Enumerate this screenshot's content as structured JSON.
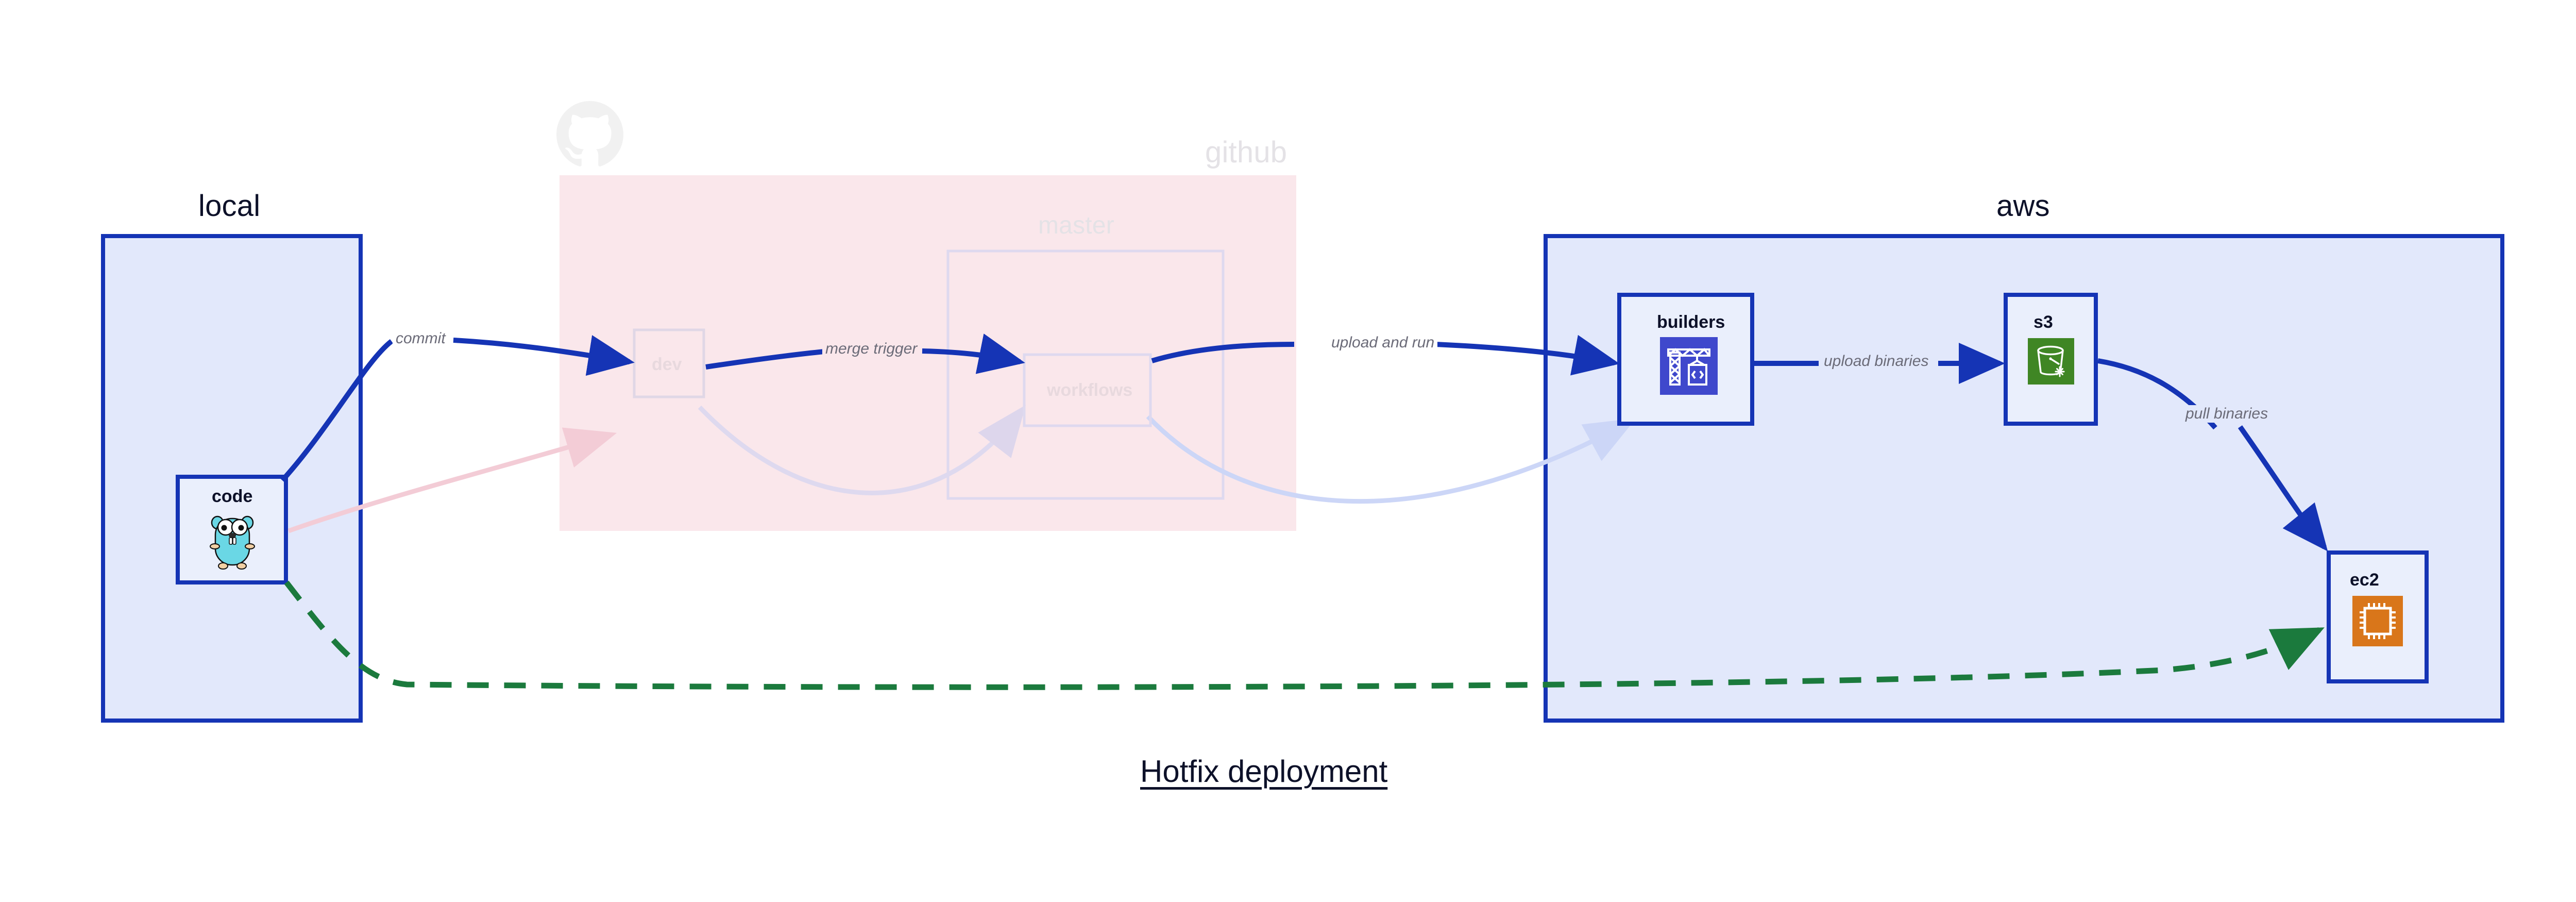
{
  "page": {
    "title": "Hotfix deployment",
    "background": "#ffffff"
  },
  "colors": {
    "accent_blue": "#1534b5",
    "group_blue_fill": "#e2e8fb",
    "group_pink_fill": "#fae7eb",
    "node_fill": "#eaeffc",
    "green_dashed": "#1b7a3d",
    "label_gray": "#6b6b78",
    "faded_pink_edge": "#f7dbe2",
    "faded_blue_edge": "#d6defa",
    "builders_icon_bg": "#3f48cc",
    "s3_icon_bg": "#3f8624",
    "ec2_icon_bg": "#d9761a",
    "gopher_body": "#6ad7e5",
    "title_text": "#0d1129"
  },
  "groups": [
    {
      "id": "local",
      "label": "local",
      "style": "solid",
      "fill": "#e2e8fb"
    },
    {
      "id": "github",
      "label": "github",
      "style": "faded",
      "fill": "#fae7eb"
    },
    {
      "id": "aws",
      "label": "aws",
      "style": "solid",
      "fill": "#e2e8fb"
    }
  ],
  "subgroups": [
    {
      "id": "master",
      "label": "master",
      "parent": "github",
      "style": "faded"
    }
  ],
  "nodes": [
    {
      "id": "code",
      "label": "code",
      "group": "local",
      "icon": "go-gopher-icon",
      "style": "solid"
    },
    {
      "id": "dev",
      "label": "dev",
      "group": "github",
      "icon": "none",
      "style": "faded"
    },
    {
      "id": "workflows",
      "label": "workflows",
      "group": "master",
      "icon": "none",
      "style": "faded"
    },
    {
      "id": "builders",
      "label": "builders",
      "group": "aws",
      "icon": "aws-codebuild-icon",
      "style": "solid"
    },
    {
      "id": "s3",
      "label": "s3",
      "group": "aws",
      "icon": "aws-s3-bucket-icon",
      "style": "solid"
    },
    {
      "id": "ec2",
      "label": "ec2",
      "group": "aws",
      "icon": "aws-ec2-chip-icon",
      "style": "solid"
    }
  ],
  "edges": [
    {
      "id": "e1",
      "from": "code",
      "to": "dev",
      "label": "commit",
      "style": "solid",
      "color": "#1534b5",
      "emphasis": "strong"
    },
    {
      "id": "e2",
      "from": "dev",
      "to": "workflows",
      "label": "merge trigger",
      "style": "solid",
      "color": "#1534b5",
      "emphasis": "strong"
    },
    {
      "id": "e3",
      "from": "workflows",
      "to": "builders",
      "label": "upload and run",
      "style": "solid",
      "color": "#1534b5",
      "emphasis": "strong"
    },
    {
      "id": "e4",
      "from": "builders",
      "to": "s3",
      "label": "upload binaries",
      "style": "solid",
      "color": "#1534b5",
      "emphasis": "strong"
    },
    {
      "id": "e5",
      "from": "s3",
      "to": "ec2",
      "label": "pull binaries",
      "style": "solid",
      "color": "#1534b5",
      "emphasis": "strong"
    },
    {
      "id": "e6",
      "from": "code",
      "to": "ec2",
      "label": "",
      "style": "dashed",
      "color": "#1b7a3d",
      "emphasis": "strong"
    },
    {
      "id": "e7",
      "from": "code",
      "to": "dev",
      "label": "",
      "style": "solid",
      "color": "#f7dbe2",
      "emphasis": "faded"
    },
    {
      "id": "e8",
      "from": "dev",
      "to": "workflows",
      "label": "",
      "style": "solid",
      "color": "#ded9ef",
      "emphasis": "faded"
    },
    {
      "id": "e9",
      "from": "workflows",
      "to": "builders",
      "label": "",
      "style": "solid",
      "color": "#d6defa",
      "emphasis": "faded"
    }
  ],
  "icons": {
    "github_logo": "github-octocat-icon",
    "code": "go-gopher-icon",
    "builders": "aws-codebuild-crane-icon",
    "s3": "aws-s3-bucket-icon",
    "ec2": "aws-ec2-chip-icon"
  }
}
